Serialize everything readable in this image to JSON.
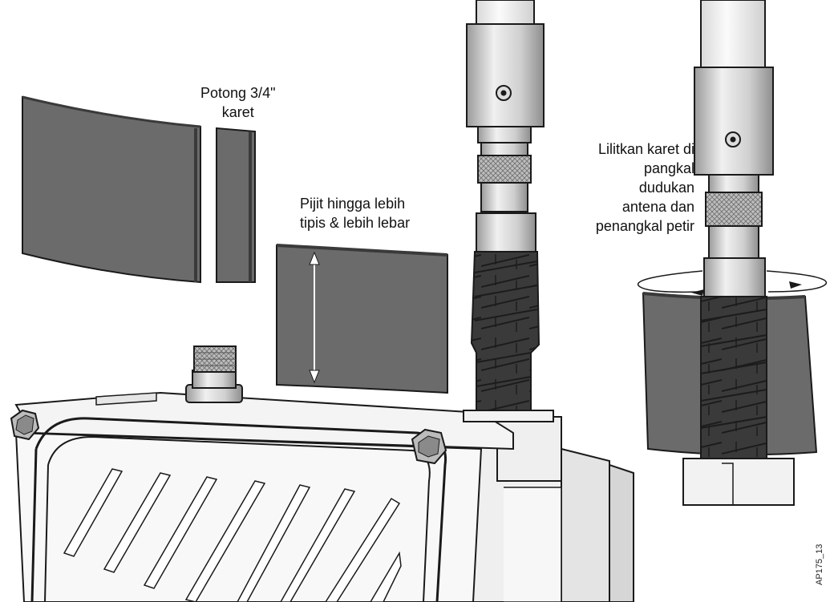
{
  "labels": {
    "cut": [
      "Potong 3/4\"",
      "karet"
    ],
    "squeeze": [
      "Pijit hingga lebih",
      "tipis & lebih lebar"
    ],
    "wrap": [
      "Lilitkan karet di",
      "pangkal",
      "dudukan",
      "antena dan",
      "penangkal petir"
    ]
  },
  "figure_code": "AP175_13",
  "colors": {
    "rubber": "#6b6b6b",
    "rubber_dark": "#2e2e2e",
    "metal": "#d8d8d8",
    "outline": "#1a1a1a",
    "background": "#ffffff"
  }
}
